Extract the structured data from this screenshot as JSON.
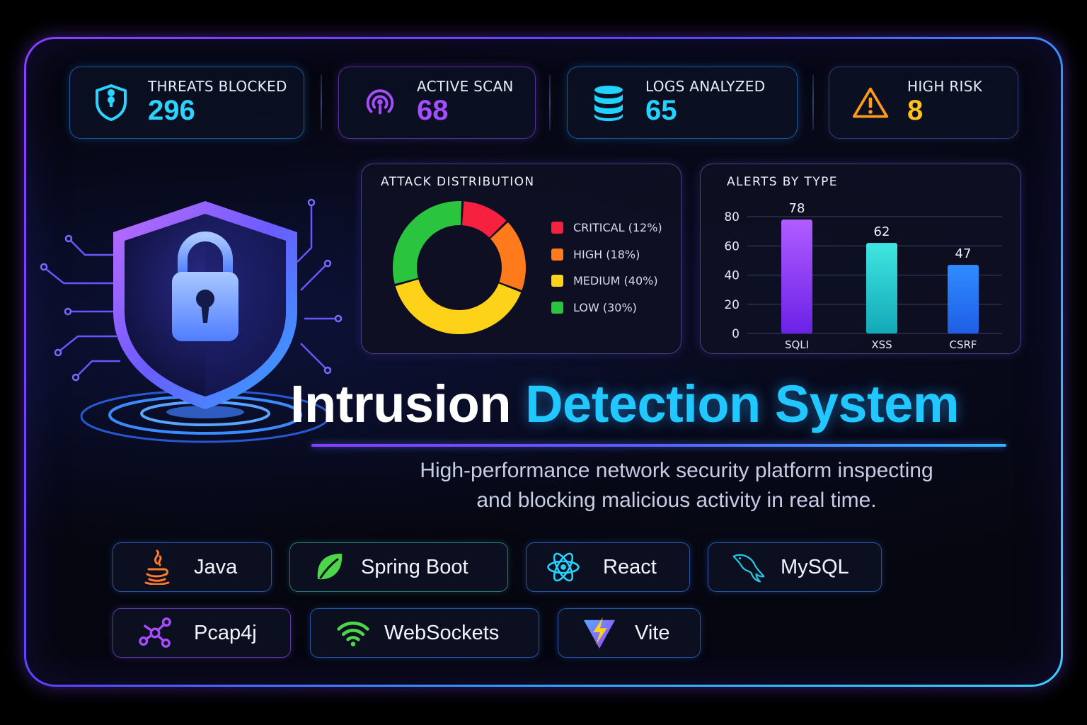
{
  "stats": [
    {
      "label": "THREATS BLOCKED",
      "value": "296",
      "icon": "shield-icon",
      "color": "#2ad4ff"
    },
    {
      "label": "ACTIVE SCAN",
      "value": "68",
      "icon": "scan-signal-icon",
      "color": "#a64dff"
    },
    {
      "label": "LOGS ANALYZED",
      "value": "65",
      "icon": "database-icon",
      "color": "#22d3ff"
    },
    {
      "label": "HIGH RISK",
      "value": "8",
      "icon": "warning-icon",
      "color": "#ffc21a"
    }
  ],
  "attack_panel": {
    "title": "ATTACK DISTRIBUTION"
  },
  "alerts_panel": {
    "title": "ALERTS BY TYPE"
  },
  "chart_data": [
    {
      "type": "pie",
      "title": "ATTACK DISTRIBUTION",
      "categories": [
        "CRITICAL (12%)",
        "HIGH (18%)",
        "MEDIUM (40%)",
        "LOW (30%)"
      ],
      "values": [
        12,
        18,
        40,
        30
      ],
      "colors": [
        "#f5213f",
        "#ff7a1a",
        "#ffd21a",
        "#2bc43e"
      ],
      "legend": "right"
    },
    {
      "type": "bar",
      "title": "ALERTS BY TYPE",
      "categories": [
        "SQLI",
        "XSS",
        "CSRF"
      ],
      "values": [
        78,
        62,
        47
      ],
      "ylim": [
        0,
        80
      ],
      "yticks": [
        0,
        20,
        40,
        60,
        80
      ],
      "grid": true
    }
  ],
  "hero": {
    "title_part1": "Intrusion",
    "title_part2": "Detection System",
    "subtitle_line1": "High-performance network security platform inspecting",
    "subtitle_line2": "and blocking malicious activity in real time."
  },
  "tech": [
    {
      "label": "Java",
      "icon": "java-icon",
      "color": "#ff7a2a"
    },
    {
      "label": "Spring Boot",
      "icon": "spring-leaf-icon",
      "color": "#4ed64a"
    },
    {
      "label": "React",
      "icon": "react-atom-icon",
      "color": "#27d1ff"
    },
    {
      "label": "MySQL",
      "icon": "mysql-dolphin-icon",
      "color": "#27c6e0"
    },
    {
      "label": "Pcap4j",
      "icon": "network-graph-icon",
      "color": "#a64dff"
    },
    {
      "label": "WebSockets",
      "icon": "wifi-icon",
      "color": "#4ed64a"
    },
    {
      "label": "Vite",
      "icon": "vite-bolt-icon",
      "color": "#7a5cff"
    }
  ],
  "colors": {
    "accent_purple": "#8b3dff",
    "accent_cyan": "#21c7ff",
    "background": "#05060f"
  }
}
